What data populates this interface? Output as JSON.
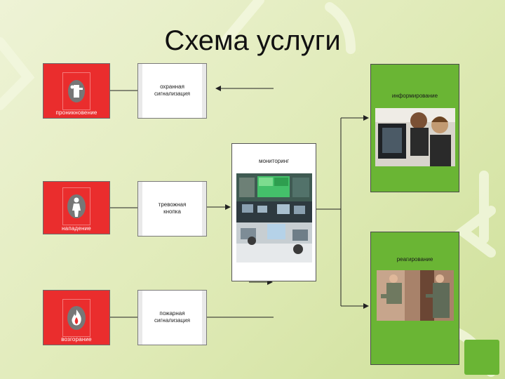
{
  "title": "Схема услуги",
  "sources": [
    {
      "label": "проникновение",
      "icon": "intruder-icon"
    },
    {
      "label": "нападение",
      "icon": "person-icon"
    },
    {
      "label": "возгорание",
      "icon": "fire-icon"
    }
  ],
  "signals": [
    {
      "label": "охранная\nсигнализация"
    },
    {
      "label": "тревожная\nкнопка"
    },
    {
      "label": "пожарная\nсигнализация"
    }
  ],
  "monitoring": {
    "label": "мониторинг"
  },
  "outputs": [
    {
      "label": "информирование"
    },
    {
      "label": "реагирование"
    }
  ],
  "colors": {
    "red": "#ea2d2d",
    "green": "#6ab534",
    "background": "#dfeab6"
  }
}
